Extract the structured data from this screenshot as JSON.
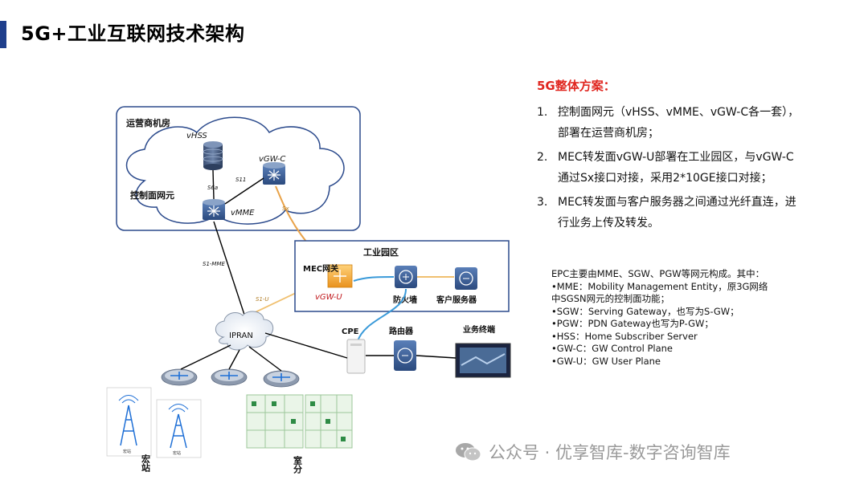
{
  "title": "5G+工业互联网技术架构",
  "diagram": {
    "operator_room": "运营商机房",
    "control_plane": "控制面网元",
    "vhss": "vHSS",
    "vgwc": "vGW-C",
    "vmme": "vMME",
    "s6a": "S6a",
    "s11": "S11",
    "sx": "Sx",
    "s1mme": "S1-MME",
    "s1u": "S1-U",
    "industrial_park": "工业园区",
    "mec_gateway": "MEC网关",
    "vgwu": "vGW-U",
    "firewall": "防火墙",
    "customer_server": "客户服务器",
    "ipran": "IPRAN",
    "cpe": "CPE",
    "router": "路由器",
    "business_terminal": "业务终端",
    "macro_station": "宏站",
    "indoor": "室分",
    "station_label_1": "宏站",
    "station_label_2": "宏站"
  },
  "plan": {
    "heading": "5G整体方案：",
    "items": [
      {
        "num": "1.",
        "text": "控制面网元（vHSS、vMME、vGW-C各一套），部署在运营商机房；"
      },
      {
        "num": "2.",
        "text": "MEC转发面vGW-U部署在工业园区，与vGW-C通过Sx接口对接，采用2*10GE接口对接；"
      },
      {
        "num": "3.",
        "text": "MEC转发面与客户服务器之间通过光纤直连，进行业务上传及转发。"
      }
    ]
  },
  "epc": [
    "EPC主要由MME、SGW、PGW等网元构成。其中：",
    "•MME：Mobility Management Entity，原3G网络",
    "中SGSN网元的控制面功能；",
    "•SGW：Serving Gateway，也写为S-GW；",
    "•PGW：PDN Gateway也写为P-GW；",
    "•HSS：Home Subscriber Server",
    "•GW-C：GW Control Plane",
    "•GW-U：GW User Plane"
  ],
  "watermark": "公众号 · 优享智库-数字咨询智库",
  "colors": {
    "accent_bar": "#1f3f8c",
    "plan_heading": "#e0261f",
    "sx_line": "#e9a34a",
    "s1u_line": "#f0c070",
    "fiber": "#3a9ad9",
    "box_border": "#2b4a8c"
  }
}
